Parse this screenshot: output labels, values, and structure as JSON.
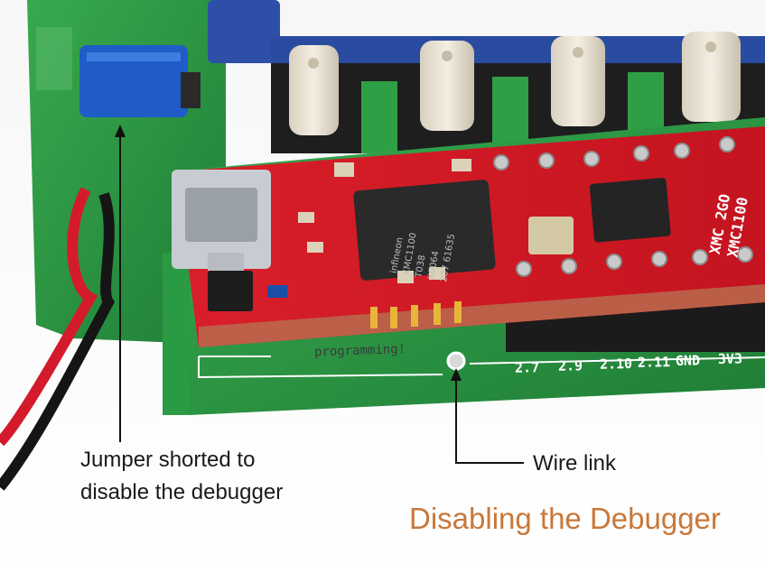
{
  "annotations": {
    "jumper_line1": "Jumper shorted to",
    "jumper_line2": "disable the debugger",
    "wire_link": "Wire link"
  },
  "title": "Disabling the Debugger",
  "board": {
    "silkscreen_pins": [
      "2.7",
      "2.9",
      "2.10",
      "2.11",
      "GND",
      "3V3"
    ],
    "silkscreen_label": "programming!",
    "chip_text": [
      "infineon",
      "XMC1100",
      "T038",
      "X0064",
      "207 61635"
    ],
    "side_text": [
      "XMC 2GO",
      "XMC1100"
    ]
  },
  "colors": {
    "title": "#c8783a",
    "green_pcb": "#2e9e45",
    "red_pcb": "#d4202a"
  }
}
